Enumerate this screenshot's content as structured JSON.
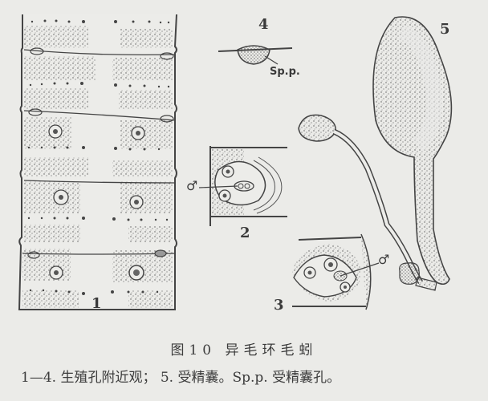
{
  "figure": {
    "panels": [
      {
        "id": "1",
        "label": "1",
        "description": "body segments, ventral view"
      },
      {
        "id": "2",
        "label": "2",
        "description": "male genital pore region"
      },
      {
        "id": "3",
        "label": "3",
        "description": "male genital pore region"
      },
      {
        "id": "4",
        "label": "4",
        "description": "spermathecal pore cross-section"
      },
      {
        "id": "5",
        "label": "5",
        "description": "spermatheca"
      }
    ],
    "annotations": {
      "male_symbol": "♂",
      "sp_p_label": "Sp.p."
    }
  },
  "caption": {
    "title": "图10  异毛环毛蚓",
    "body": "1—4. 生殖孔附近观； 5. 受精囊。Sp.p. 受精囊孔。"
  },
  "colors": {
    "background": "#ebebe8",
    "ink": "#3a3a3a",
    "stipple": "#6a6a6a"
  }
}
